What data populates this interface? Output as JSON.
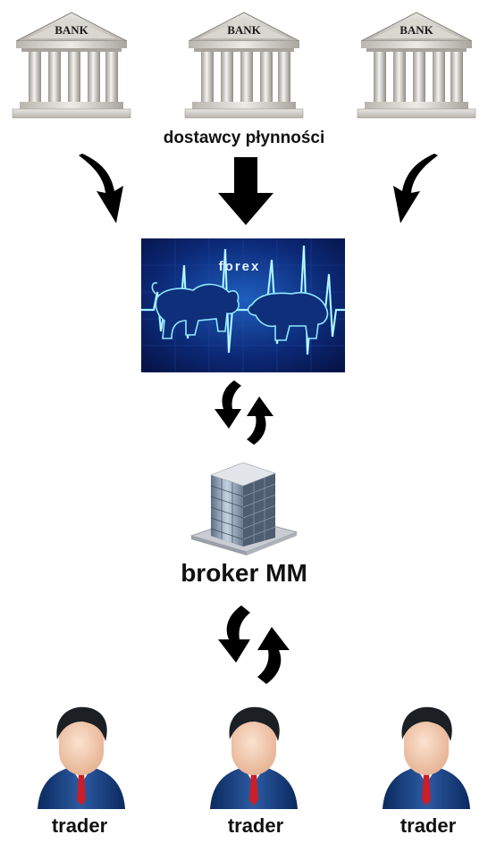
{
  "banks": [
    {
      "label": "BANK"
    },
    {
      "label": "BANK"
    },
    {
      "label": "BANK"
    }
  ],
  "liquidity_providers_label": "dostawcy płynności",
  "forex": {
    "label": "forex"
  },
  "broker_label": "broker MM",
  "traders": [
    {
      "label": "trader"
    },
    {
      "label": "trader"
    },
    {
      "label": "trader"
    }
  ],
  "icons": {
    "bank": "bank-building-icon",
    "arrow": "black-arrow-icon",
    "market": "bull-bear-forex-icon",
    "broker": "office-building-icon",
    "trader": "businessman-avatar-icon"
  },
  "colors": {
    "text": "#111111",
    "arrow": "#000000",
    "forex_bg": "#0a1a5e",
    "forex_glow": "#3fd0ff"
  }
}
